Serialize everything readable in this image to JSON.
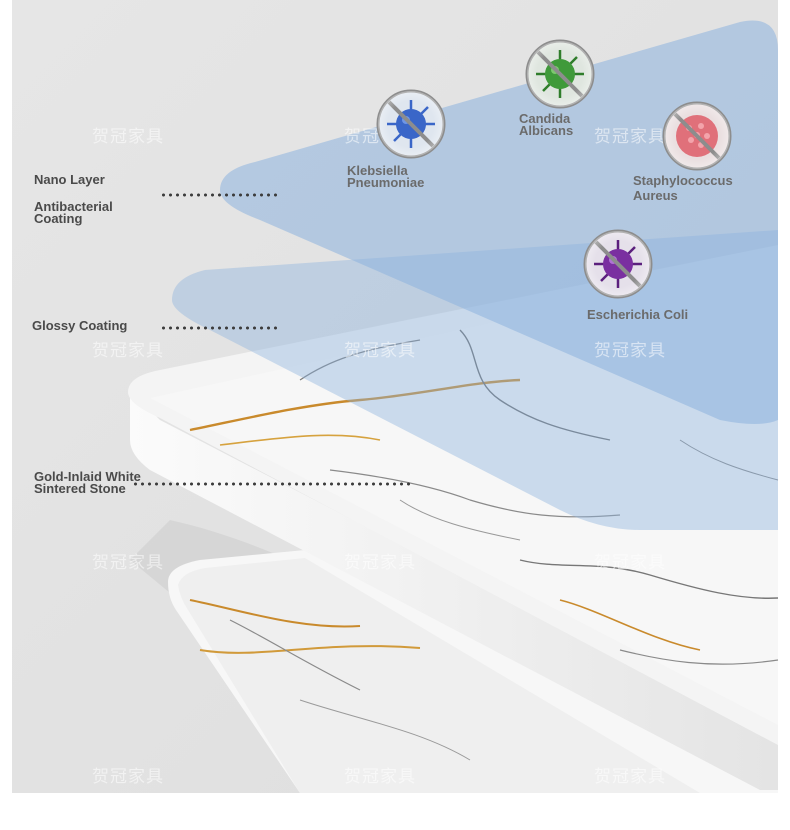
{
  "layers": {
    "nano": "Nano Layer",
    "antibacterial": [
      "Antibacterial",
      "Coating"
    ],
    "glossy": "Glossy Coating",
    "stone": [
      "Gold-Inlaid White",
      "Sintered Stone"
    ]
  },
  "germs": [
    {
      "name": [
        "Klebsiella",
        "Pneumoniae"
      ],
      "icon": "virus-blue-icon",
      "color": "#3a66c8"
    },
    {
      "name": [
        "Candida",
        "Albicans"
      ],
      "icon": "virus-green-icon",
      "color": "#3f9a3a"
    },
    {
      "name": [
        "Staphylococcus",
        "Aureus"
      ],
      "icon": "virus-red-icon",
      "color": "#e0707a"
    },
    {
      "name": [
        "Escherichia Coli"
      ],
      "icon": "virus-purple-icon",
      "color": "#7a2fa0"
    }
  ],
  "watermark": "贺冠家具",
  "colors": {
    "coating": "#8db3de",
    "stone": "#f3f3f3",
    "vein_gold": "#c98a2c",
    "vein_grey": "#7d7d7d"
  }
}
